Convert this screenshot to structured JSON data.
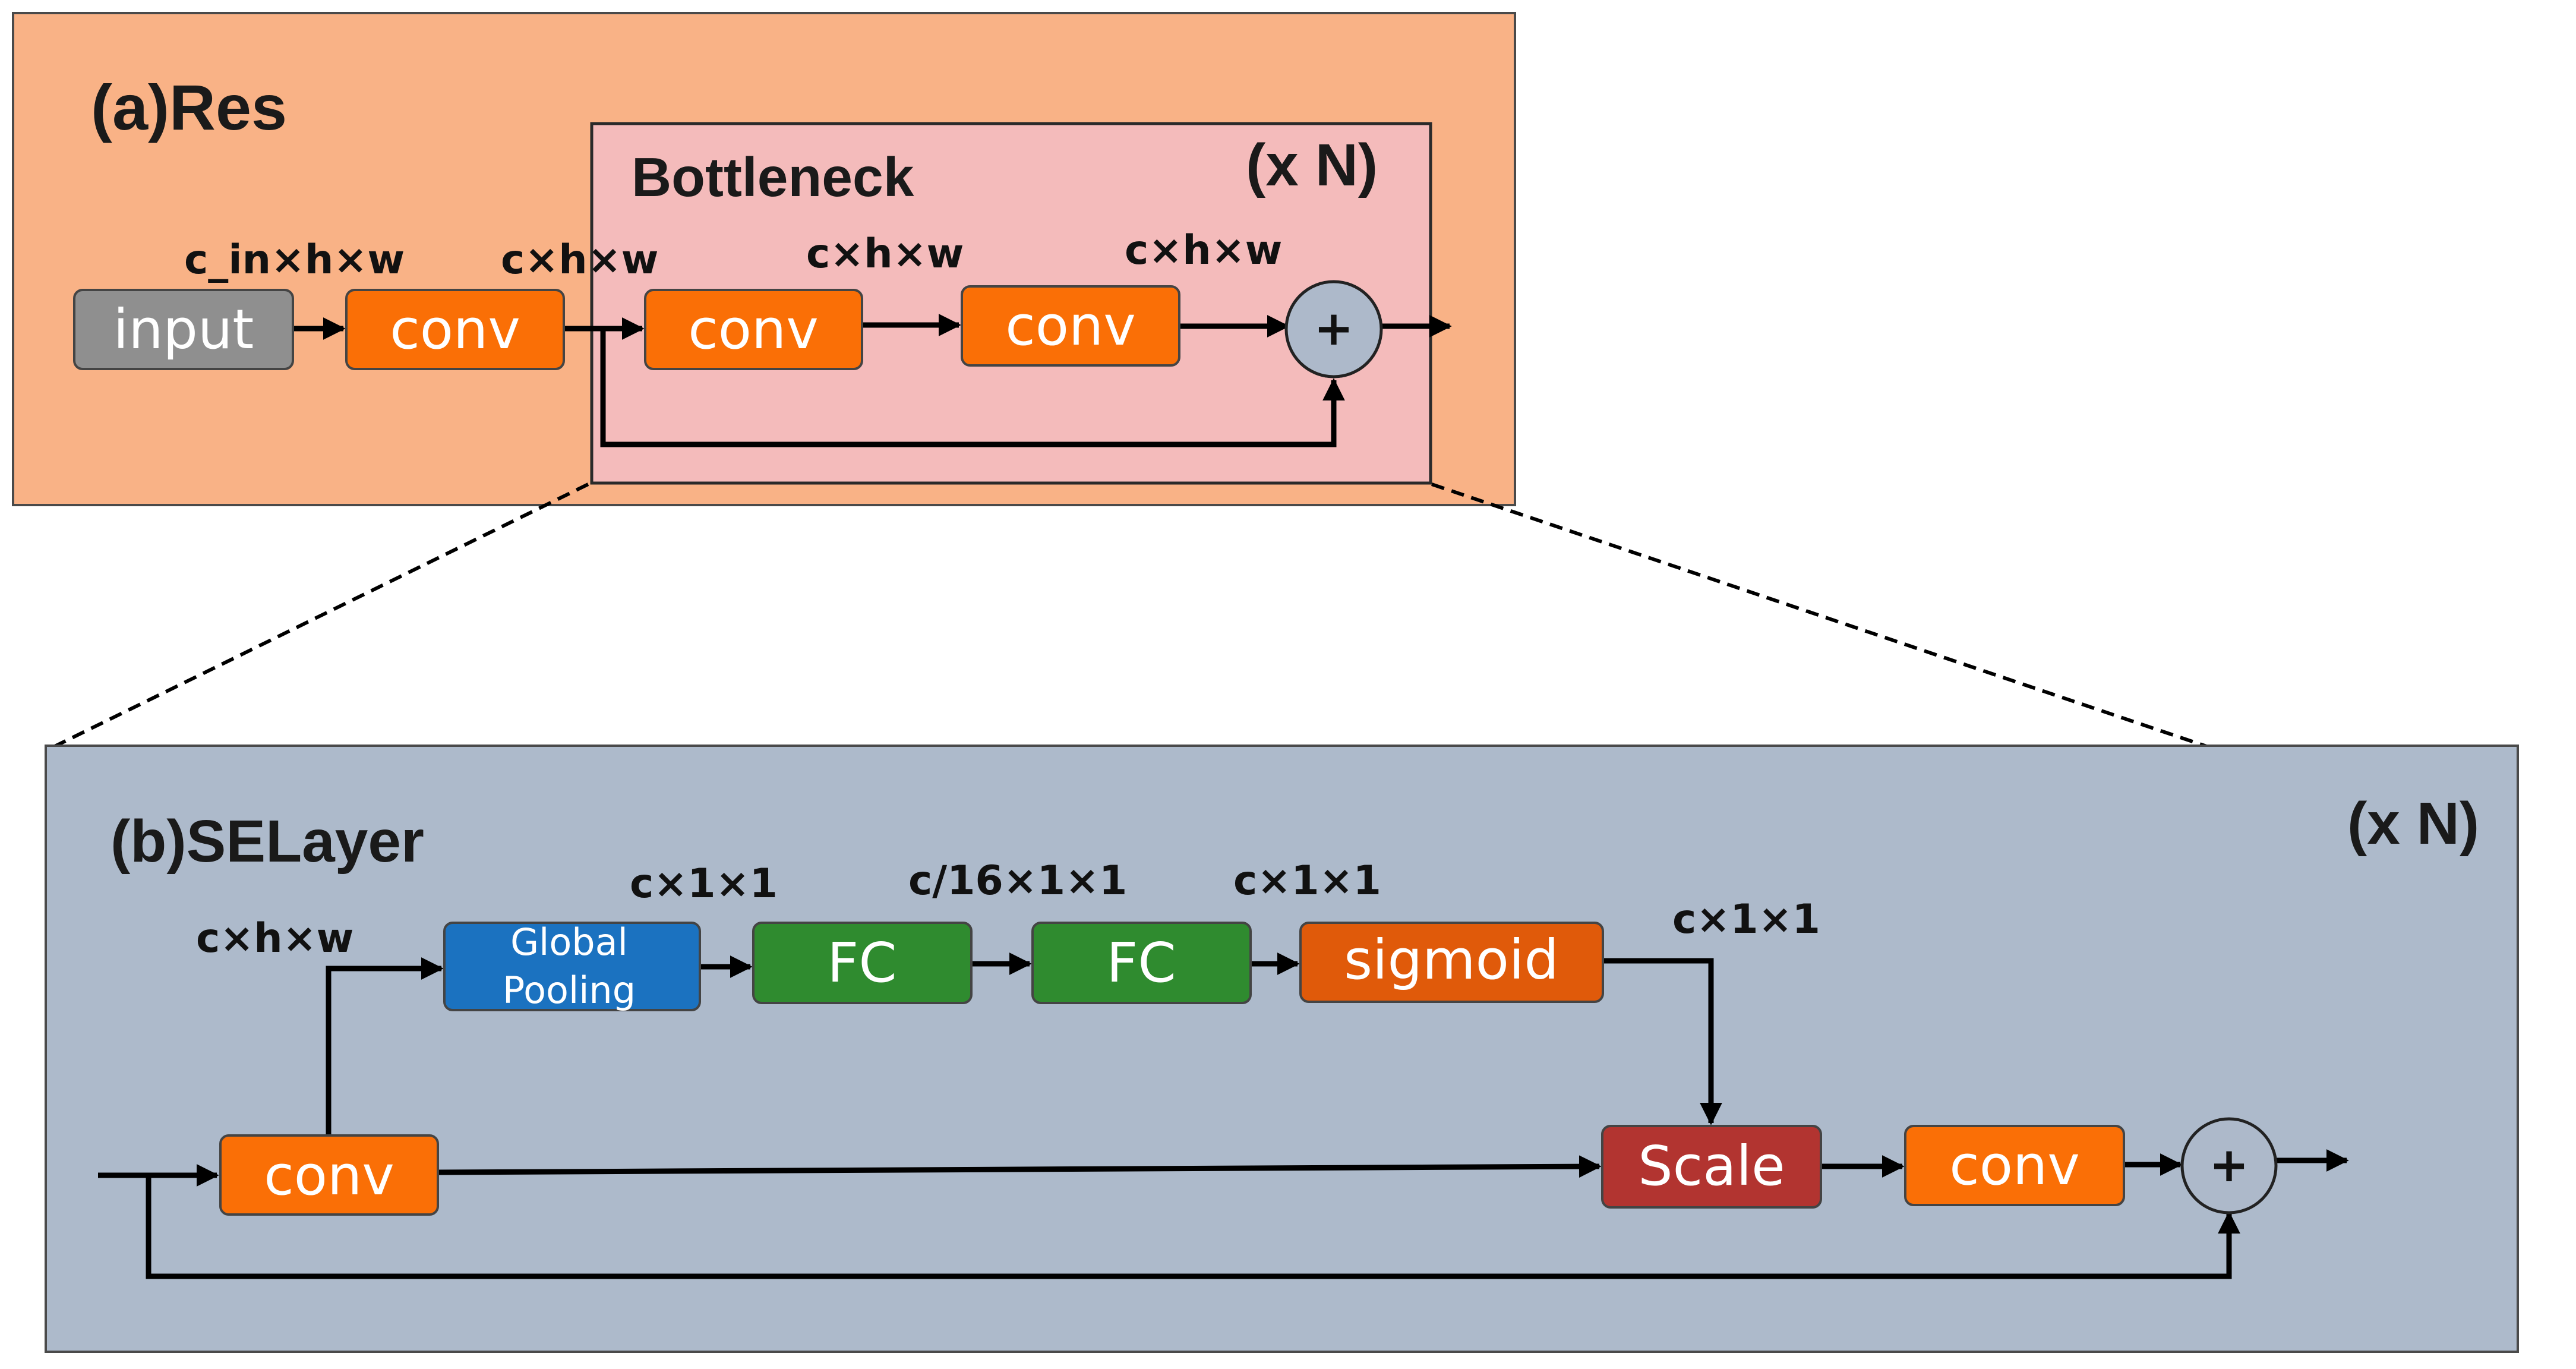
{
  "panel_a": {
    "label": "(a)Res",
    "bottleneck_label": "Bottleneck",
    "repeat": "(x N)",
    "dims": {
      "input_dim": "c_in×h×w",
      "conv_dim": "c×h×w",
      "bottleneck_dim1": "c×h×w",
      "bottleneck_dim2": "c×h×w"
    },
    "nodes": {
      "input": "input",
      "conv": "conv",
      "conv2": "conv",
      "conv3": "conv",
      "add": "+"
    }
  },
  "panel_b": {
    "label": "(b)SELayer",
    "repeat": "(x N)",
    "dims": {
      "input_dim": "c×h×w",
      "pool_dim": "c×1×1",
      "fc_dim": "c/16×1×1",
      "fc2_dim": "c×1×1",
      "sigmoid_dim": "c×1×1"
    },
    "nodes": {
      "conv": "conv",
      "global_pooling_line1": "Global",
      "global_pooling_line2": "Pooling",
      "fc1": "FC",
      "fc2": "FC",
      "sigmoid": "sigmoid",
      "scale": "Scale",
      "conv2": "conv",
      "add": "+"
    }
  },
  "colors": {
    "panel_a_bg": "#F9B286",
    "bottleneck_bg": "#F4BBBB",
    "panel_b_bg": "#ADBACB",
    "conv": "#FA6F06",
    "input": "#8F8F8F",
    "global_pooling": "#1B72C0",
    "fc": "#2F8B2F",
    "sigmoid": "#E05A0A",
    "scale": "#B23430",
    "add_circle": "#ADB9CA"
  }
}
